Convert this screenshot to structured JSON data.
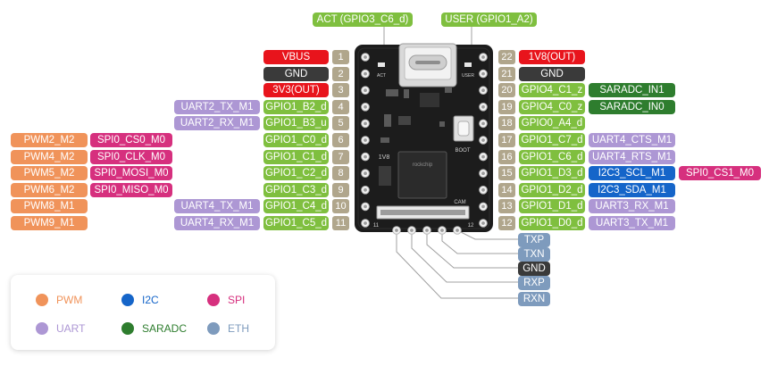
{
  "colors": {
    "pwm": "#f0935a",
    "i2c": "#1565c9",
    "spi": "#d6307e",
    "uart": "#ad97d4",
    "saradc": "#2e7d2e",
    "eth": "#7e9bbd",
    "gpio": "#7fbf3f",
    "pinnum": "#b0a68c",
    "power": "#e8141c",
    "ground": "#3a3a3a"
  },
  "top_labels": [
    {
      "text": "ACT (GPIO3_C6_d)",
      "type": "gpio"
    },
    {
      "text": "USER (GPIO1_A2)",
      "type": "gpio"
    }
  ],
  "left_pins": [
    {
      "num": "1",
      "labels": [
        {
          "text": "VBUS",
          "type": "power"
        }
      ]
    },
    {
      "num": "2",
      "labels": [
        {
          "text": "GND",
          "type": "ground"
        }
      ]
    },
    {
      "num": "3",
      "labels": [
        {
          "text": "3V3(OUT)",
          "type": "power"
        }
      ]
    },
    {
      "num": "4",
      "labels": [
        {
          "text": "GPIO1_B2_d",
          "type": "gpio"
        },
        {
          "text": "UART2_TX_M1",
          "type": "uart"
        }
      ]
    },
    {
      "num": "5",
      "labels": [
        {
          "text": "GPIO1_B3_u",
          "type": "gpio"
        },
        {
          "text": "UART2_RX_M1",
          "type": "uart"
        }
      ]
    },
    {
      "num": "6",
      "labels": [
        {
          "text": "GPIO1_C0_d",
          "type": "gpio"
        },
        {
          "text": "SPI0_CS0_M0",
          "type": "spi"
        },
        {
          "text": "PWM2_M2",
          "type": "pwm"
        }
      ]
    },
    {
      "num": "7",
      "labels": [
        {
          "text": "GPIO1_C1_d",
          "type": "gpio"
        },
        {
          "text": "SPI0_CLK_M0",
          "type": "spi"
        },
        {
          "text": "PWM4_M2",
          "type": "pwm"
        }
      ]
    },
    {
      "num": "8",
      "labels": [
        {
          "text": "GPIO1_C2_d",
          "type": "gpio"
        },
        {
          "text": "SPI0_MOSI_M0",
          "type": "spi"
        },
        {
          "text": "PWM5_M2",
          "type": "pwm"
        }
      ]
    },
    {
      "num": "9",
      "labels": [
        {
          "text": "GPIO1_C3_d",
          "type": "gpio"
        },
        {
          "text": "SPI0_MISO_M0",
          "type": "spi"
        },
        {
          "text": "PWM6_M2",
          "type": "pwm"
        }
      ]
    },
    {
      "num": "10",
      "labels": [
        {
          "text": "GPIO1_C4_d",
          "type": "gpio"
        },
        {
          "text": "UART4_TX_M1",
          "type": "uart"
        },
        {
          "text": "PWM8_M1",
          "type": "pwm"
        }
      ]
    },
    {
      "num": "11",
      "labels": [
        {
          "text": "GPIO1_C5_d",
          "type": "gpio"
        },
        {
          "text": "UART4_RX_M1",
          "type": "uart"
        },
        {
          "text": "PWM9_M1",
          "type": "pwm"
        }
      ]
    }
  ],
  "right_pins": [
    {
      "num": "22",
      "labels": [
        {
          "text": "1V8(OUT)",
          "type": "power"
        }
      ]
    },
    {
      "num": "21",
      "labels": [
        {
          "text": "GND",
          "type": "ground"
        }
      ]
    },
    {
      "num": "20",
      "labels": [
        {
          "text": "GPIO4_C1_z",
          "type": "gpio"
        },
        {
          "text": "SARADC_IN1",
          "type": "saradc"
        }
      ]
    },
    {
      "num": "19",
      "labels": [
        {
          "text": "GPIO4_C0_z",
          "type": "gpio"
        },
        {
          "text": "SARADC_IN0",
          "type": "saradc"
        }
      ]
    },
    {
      "num": "18",
      "labels": [
        {
          "text": "GPIO0_A4_d",
          "type": "gpio"
        }
      ]
    },
    {
      "num": "17",
      "labels": [
        {
          "text": "GPIO1_C7_d",
          "type": "gpio"
        },
        {
          "text": "UART4_CTS_M1",
          "type": "uart"
        }
      ]
    },
    {
      "num": "16",
      "labels": [
        {
          "text": "GPIO1_C6_d",
          "type": "gpio"
        },
        {
          "text": "UART4_RTS_M1",
          "type": "uart"
        }
      ]
    },
    {
      "num": "15",
      "labels": [
        {
          "text": "GPIO1_D3_d",
          "type": "gpio"
        },
        {
          "text": "I2C3_SCL_M1",
          "type": "i2c"
        },
        {
          "text": "SPI0_CS1_M0",
          "type": "spi"
        }
      ]
    },
    {
      "num": "14",
      "labels": [
        {
          "text": "GPIO1_D2_d",
          "type": "gpio"
        },
        {
          "text": "I2C3_SDA_M1",
          "type": "i2c"
        }
      ]
    },
    {
      "num": "13",
      "labels": [
        {
          "text": "GPIO1_D1_d",
          "type": "gpio"
        },
        {
          "text": "UART3_RX_M1",
          "type": "uart"
        }
      ]
    },
    {
      "num": "12",
      "labels": [
        {
          "text": "GPIO1_D0_d",
          "type": "gpio"
        },
        {
          "text": "UART3_TX_M1",
          "type": "uart"
        }
      ]
    }
  ],
  "eth_pins": [
    "TXP",
    "TXN",
    "GND",
    "RXP",
    "RXN"
  ],
  "board_text": {
    "act": "ACT",
    "user": "USER",
    "boot": "BOOT",
    "cam": "CAM",
    "v18": "1V8",
    "pin11": "11",
    "pin12": "12",
    "chip_brand": "rockchip"
  },
  "legend": [
    {
      "text": "PWM",
      "type": "pwm"
    },
    {
      "text": "I2C",
      "type": "i2c"
    },
    {
      "text": "SPI",
      "type": "spi"
    },
    {
      "text": "UART",
      "type": "uart"
    },
    {
      "text": "SARADC",
      "type": "saradc"
    },
    {
      "text": "ETH",
      "type": "eth"
    }
  ]
}
